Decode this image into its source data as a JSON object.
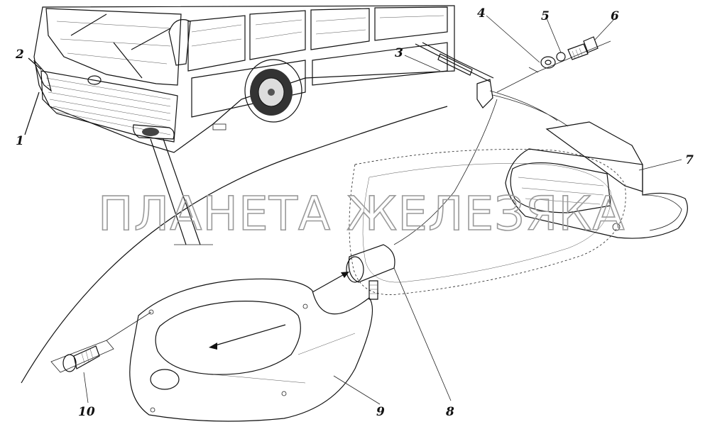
{
  "watermark": "ПЛАНЕТА ЖЕЛЕЗЯКА",
  "callouts": {
    "c1": "1",
    "c2": "2",
    "c3": "3",
    "c4": "4",
    "c5": "5",
    "c6": "6",
    "c7": "7",
    "c8": "8",
    "c9": "9",
    "c10": "10"
  }
}
